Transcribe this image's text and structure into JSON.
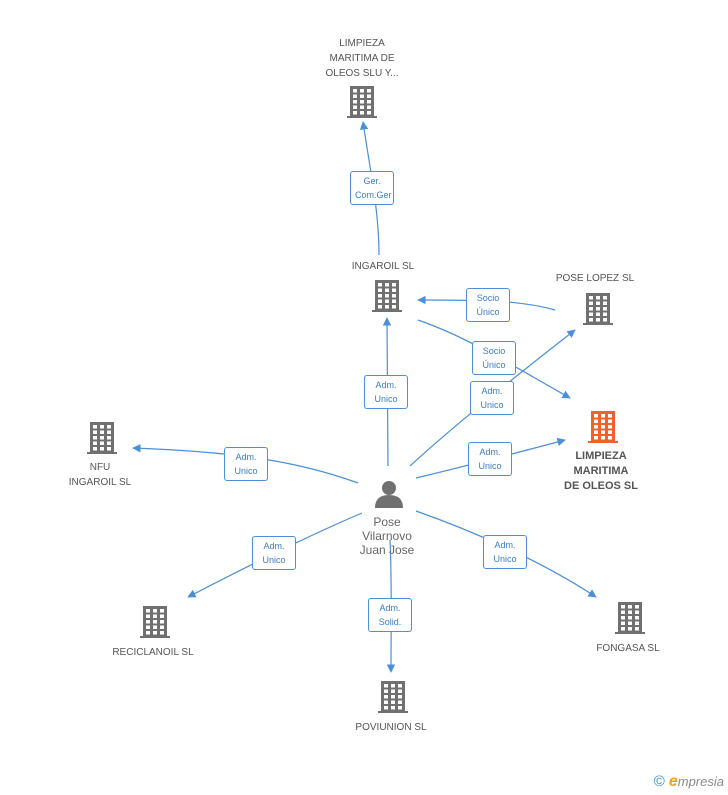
{
  "colors": {
    "edge": "#4a8fd8",
    "building": "#707070",
    "building_main": "#f0622a",
    "person": "#707070"
  },
  "nodes": [
    {
      "id": "limpieza_slu",
      "label": "LIMPIEZA\nMARITIMA DE\nOLEOS SLU Y...",
      "icon": "building-icon",
      "main": false
    },
    {
      "id": "ingaroil",
      "label": "INGAROIL  SL",
      "icon": "building-icon",
      "main": false
    },
    {
      "id": "pose_lopez",
      "label": "POSE LOPEZ SL",
      "icon": "building-icon",
      "main": false
    },
    {
      "id": "limpieza_main",
      "label": "LIMPIEZA\nMARITIMA\nDE OLEOS SL",
      "icon": "building-icon",
      "main": true
    },
    {
      "id": "nfu",
      "label": "NFU\nINGAROIL SL",
      "icon": "building-icon",
      "main": false
    },
    {
      "id": "reciclanoil",
      "label": "RECICLANOIL SL",
      "icon": "building-icon",
      "main": false
    },
    {
      "id": "poviunion",
      "label": "POVIUNION SL",
      "icon": "building-icon",
      "main": false
    },
    {
      "id": "fongasa",
      "label": "FONGASA SL",
      "icon": "building-icon",
      "main": false
    },
    {
      "id": "person",
      "label": "Pose\nVilarnovo\nJuan Jose",
      "icon": "person-icon",
      "main": false
    }
  ],
  "edges": [
    {
      "from": "ingaroil",
      "to": "limpieza_slu",
      "label": "Ger.\nCom.Ger"
    },
    {
      "from": "pose_lopez",
      "to": "ingaroil",
      "label": "Socio\nÚnico"
    },
    {
      "from": "ingaroil",
      "to": "limpieza_main",
      "label": "Socio\nÚnico"
    },
    {
      "from": "person",
      "to": "ingaroil",
      "label": "Adm.\nUnico"
    },
    {
      "from": "person",
      "to": "pose_lopez",
      "label": "Adm.\nUnico"
    },
    {
      "from": "person",
      "to": "limpieza_main",
      "label": "Adm.\nUnico"
    },
    {
      "from": "person",
      "to": "nfu",
      "label": "Adm.\nUnico"
    },
    {
      "from": "person",
      "to": "reciclanoil",
      "label": "Adm.\nUnico"
    },
    {
      "from": "person",
      "to": "poviunion",
      "label": "Adm.\nSolid."
    },
    {
      "from": "person",
      "to": "fongasa",
      "label": "Adm.\nUnico"
    }
  ],
  "footer": {
    "copyright": "©",
    "brand_first": "e",
    "brand_rest": "mpresia"
  }
}
